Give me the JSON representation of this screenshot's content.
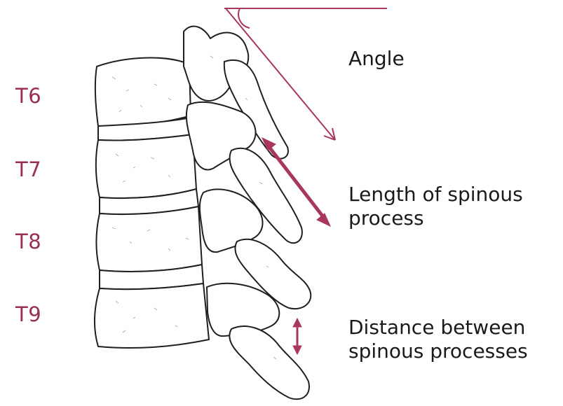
{
  "vertebra_labels": [
    "T6",
    "T7",
    "T8",
    "T9"
  ],
  "annotations": {
    "angle": "Angle",
    "length_line1": "Length of spinous",
    "length_line2": "process",
    "distance_line1": "Distance between",
    "distance_line2": "spinous processes"
  },
  "colors": {
    "label": "#9a2f55",
    "arrow": "#a8365e",
    "ink": "#1a1a1a"
  }
}
